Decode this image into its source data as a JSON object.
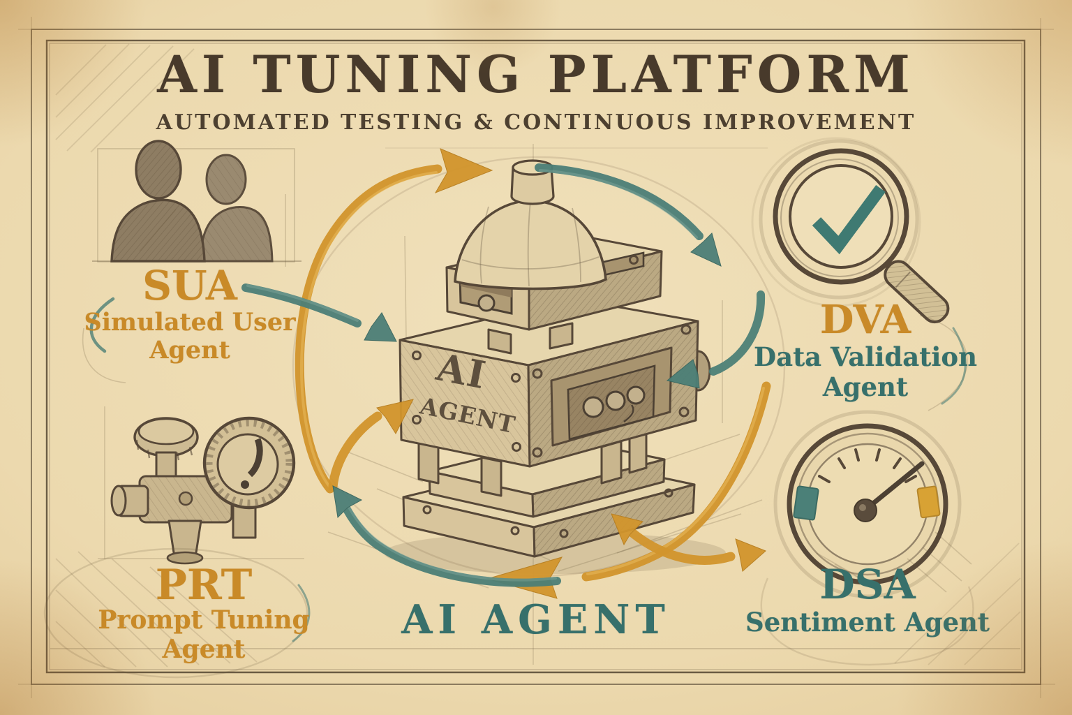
{
  "poster": {
    "title": "AI TUNING PLATFORM",
    "subtitle": "AUTOMATED TESTING & CONTINUOUS IMPROVEMENT"
  },
  "center": {
    "icon": "robot-icon",
    "face_line1": "AI",
    "face_line2": "AGENT",
    "label": "AI AGENT"
  },
  "agents": {
    "sua": {
      "abbr": "SUA",
      "name_line1": "Simulated User",
      "name_line2": "Agent",
      "icon": "two-users-icon",
      "accent": "#CC8E2C"
    },
    "dva": {
      "abbr": "DVA",
      "name_line1": "Data Validation",
      "name_line2": "Agent",
      "icon": "magnifier-checkmark-icon",
      "accent_abbr": "#CC8E2C",
      "accent_name": "#3A736E"
    },
    "prt": {
      "abbr": "PRT",
      "name_line1": "Prompt Tuning",
      "name_line2": "Agent",
      "icon": "valve-pressure-gauge-icon",
      "accent": "#CC8E2C"
    },
    "dsa": {
      "abbr": "DSA",
      "name_line1": "Sentiment Agent",
      "icon": "speedometer-gauge-icon",
      "accent": "#3A736E"
    }
  },
  "flow_arrows": [
    {
      "name": "arrow-prt-to-top",
      "color": "orange"
    },
    {
      "name": "arrow-prt-to-robot",
      "color": "orange"
    },
    {
      "name": "arrow-top-to-dva",
      "color": "teal"
    },
    {
      "name": "arrow-sua-to-robot",
      "color": "teal"
    },
    {
      "name": "arrow-dva-to-robot",
      "color": "teal"
    },
    {
      "name": "arrow-dva-to-bottom",
      "color": "orange"
    },
    {
      "name": "arrow-robot-dsa-two-way",
      "color": "orange"
    },
    {
      "name": "arrow-bottom-to-prt",
      "color": "teal"
    }
  ],
  "colors": {
    "paper": "#E9D5A8",
    "ink": "#483A2B",
    "orange": "#CC8E2C",
    "teal": "#37706B",
    "pencil": "#574838"
  }
}
